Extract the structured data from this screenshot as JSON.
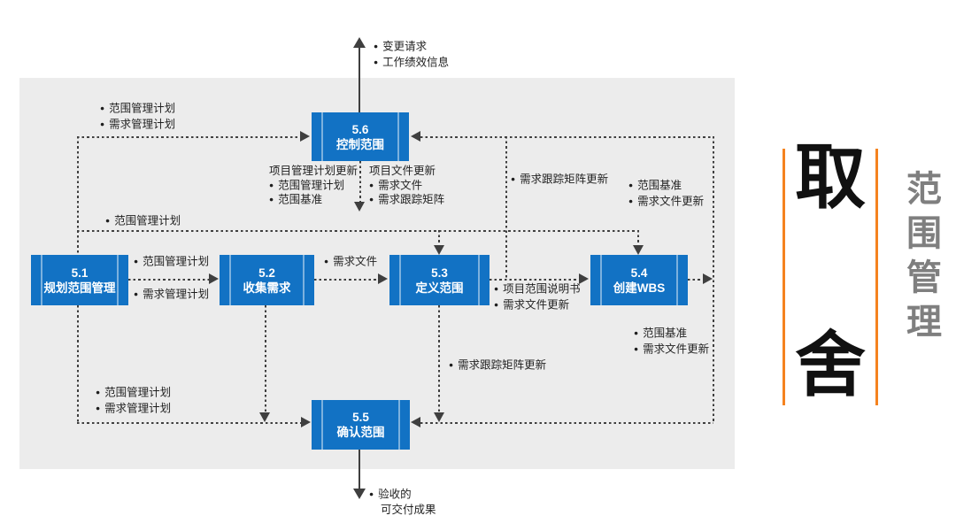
{
  "processes": [
    {
      "id": "5.1",
      "name": "规划范围管理"
    },
    {
      "id": "5.2",
      "name": "收集需求"
    },
    {
      "id": "5.3",
      "name": "定义范围"
    },
    {
      "id": "5.4",
      "name": "创建WBS"
    },
    {
      "id": "5.5",
      "name": "确认范围"
    },
    {
      "id": "5.6",
      "name": "控制范围"
    }
  ],
  "labels": {
    "top_output": [
      "变更请求",
      "工作绩效信息"
    ],
    "left_top": [
      "范围管理计划",
      "需求管理计划"
    ],
    "pm_plan_updates": {
      "header": "项目管理计划更新",
      "items": [
        "范围管理计划",
        "范围基准"
      ]
    },
    "doc_updates": {
      "header": "项目文件更新",
      "items": [
        "需求文件",
        "需求跟踪矩阵"
      ]
    },
    "rtm_update_right": "需求跟踪矩阵更新",
    "baseline_to_56": [
      "范围基准",
      "需求文件更新"
    ],
    "scope_plan_mid": "范围管理计划",
    "flow_51_52": [
      "范围管理计划",
      "需求管理计划"
    ],
    "flow_52_53": "需求文件",
    "flow_53_54": [
      "项目范围说明书",
      "需求文件更新"
    ],
    "flow_54_55": [
      "范围基准",
      "需求文件更新"
    ],
    "rtm_update_bottom": "需求跟踪矩阵更新",
    "left_bottom": [
      "范围管理计划",
      "需求管理计划"
    ],
    "bottom_output": [
      "验收的",
      "可交付成果"
    ]
  },
  "side": {
    "big_top": "取",
    "big_bottom": "舍",
    "vertical_title": "范围管理"
  },
  "colors": {
    "box_blue": "#1272c4",
    "line": "#3f3f3f",
    "orange": "#f5831f",
    "panel_gray": "#ececec",
    "side_text_gray": "#7f7f7f"
  }
}
